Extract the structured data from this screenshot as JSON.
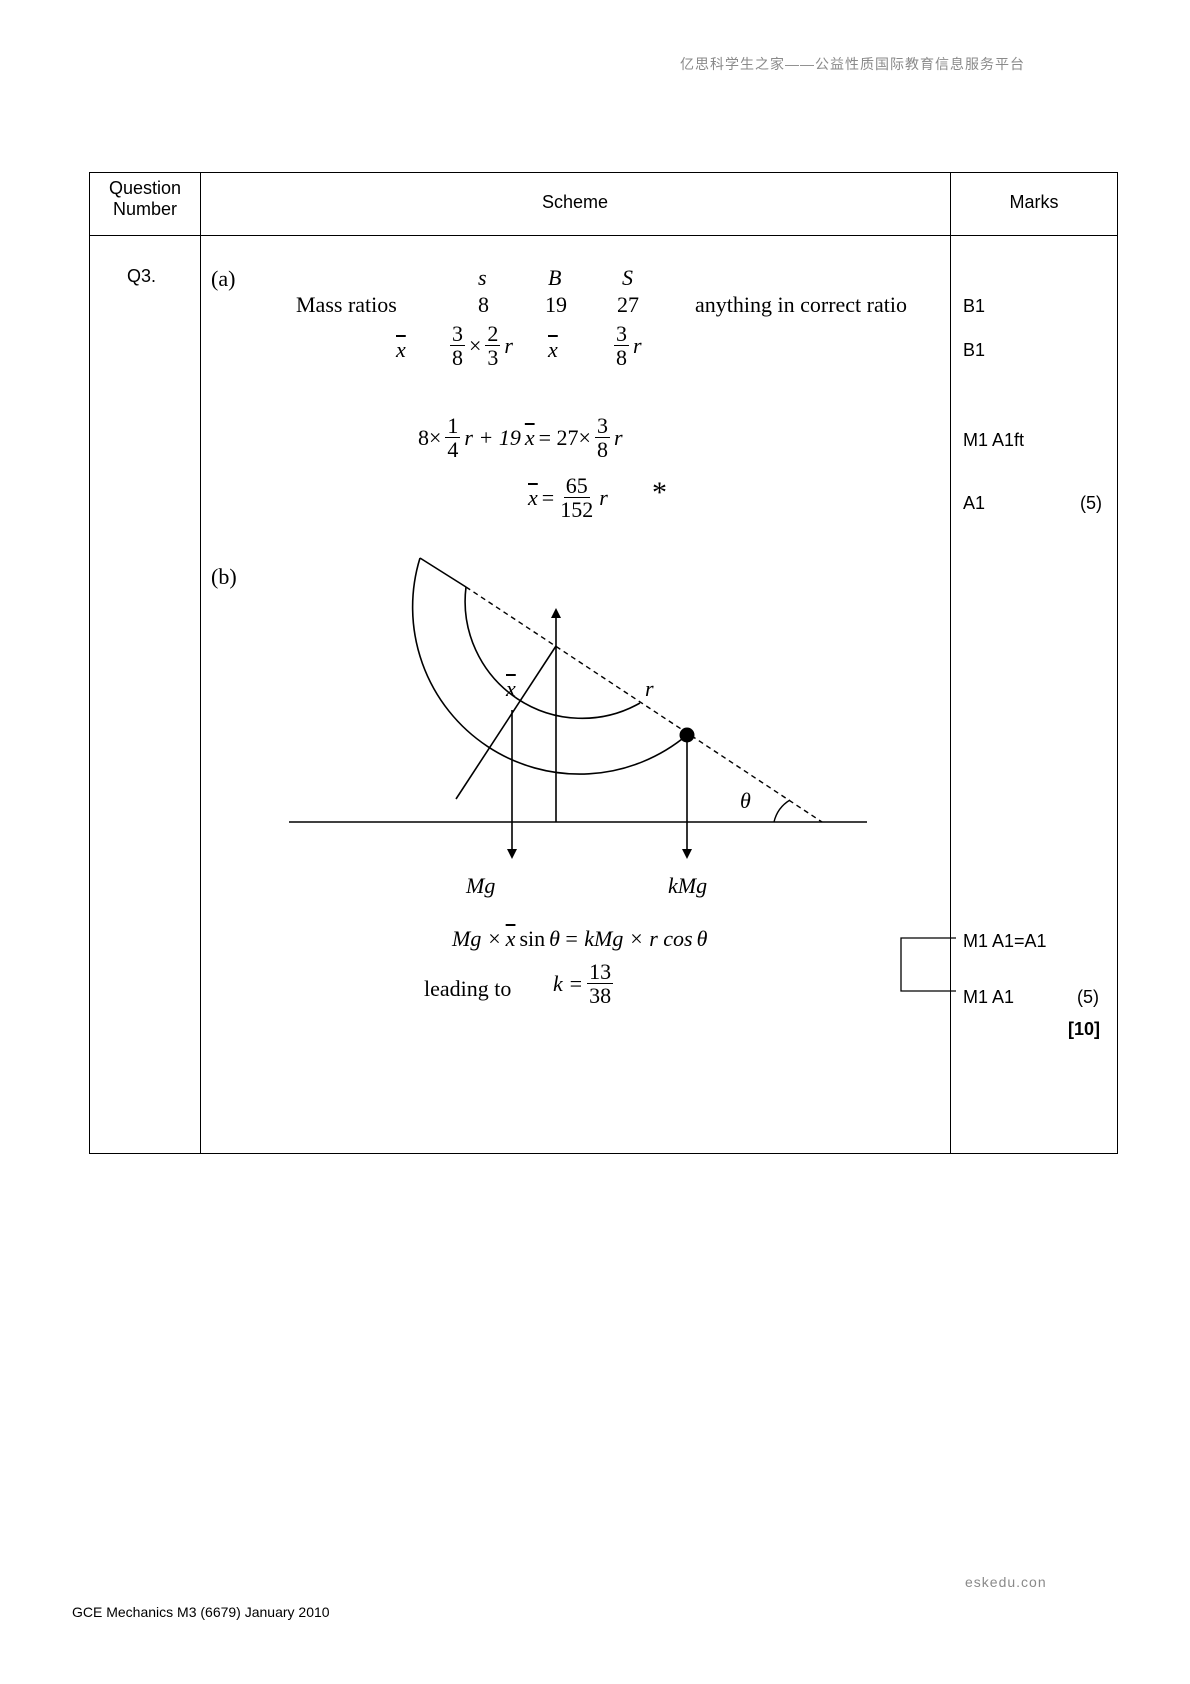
{
  "watermark_top": "亿思科学生之家——公益性质国际教育信息服务平台",
  "watermark_bottom": "eskedu.con",
  "footer": "GCE Mechanics M3 (6679) January 2010",
  "header": {
    "question_number": "Question Number",
    "scheme": "Scheme",
    "marks": "Marks"
  },
  "question": "Q3.",
  "part_a": {
    "label": "(a)",
    "col_heads": [
      "s",
      "B",
      "S"
    ],
    "row1_label": "Mass ratios",
    "row1_values": [
      "8",
      "19",
      "27"
    ],
    "row1_note": "anything in correct ratio",
    "row2_label": "x",
    "row2_s": {
      "a_num": "3",
      "a_den": "8",
      "times": "×",
      "b_num": "2",
      "b_den": "3",
      "var": "r"
    },
    "row2_B": "x",
    "row2_S": {
      "num": "3",
      "den": "8",
      "var": "r"
    },
    "eq1": {
      "lead": "8×",
      "f1_num": "1",
      "f1_den": "4",
      "mid": "r + 19",
      "xbar": "x",
      "mid2": " = 27×",
      "f2_num": "3",
      "f2_den": "8",
      "tail": "r"
    },
    "eq2": {
      "xbar": "x",
      "equals": " =",
      "num": "65",
      "den": "152",
      "var": "r",
      "star": "*"
    },
    "marks": [
      "B1",
      "B1",
      "M1  A1ft",
      "A1"
    ],
    "total": "(5)"
  },
  "part_b": {
    "label": "(b)",
    "diagram": {
      "xbar_label": "x",
      "r_label": "r",
      "theta_label": "θ",
      "Mg_label": "Mg",
      "kMg_label": "kMg"
    },
    "moment_eq": "Mg × x sin θ = kMg × r cos θ",
    "moment_parts": {
      "a": "Mg ×",
      "xbar": "x",
      "b": "sin",
      "theta1": "θ",
      "c": " = kMg × r cos",
      "theta2": "θ"
    },
    "leading_to": "leading to",
    "k_eq": {
      "lhs": "k =",
      "num": "13",
      "den": "38"
    },
    "marks": [
      "M1  A1=A1",
      "M1  A1"
    ],
    "total": "(5)",
    "grand_total": "[10]"
  }
}
